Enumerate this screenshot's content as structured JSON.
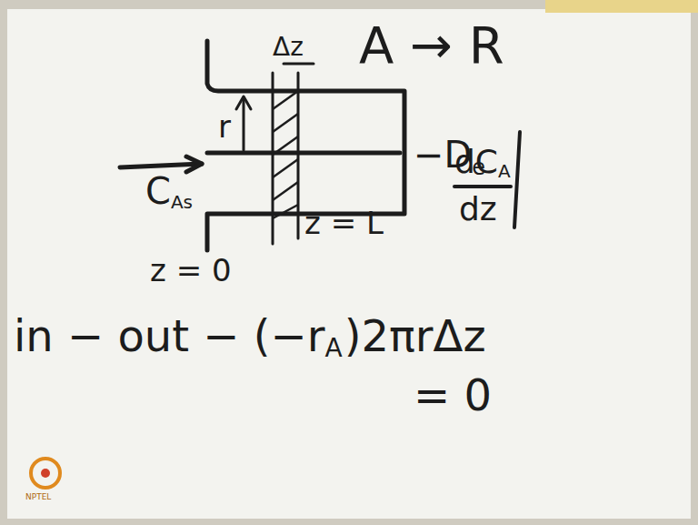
{
  "diagram": {
    "labels": [
      "A → R",
      "r",
      "Δz",
      "C",
      "As",
      "z = L",
      "z = 0",
      "−D",
      "e",
      "dC",
      "A",
      "dz",
      "in − out − (−r",
      "A",
      ")2πrΔz",
      "= 0",
      "NPTEL"
    ]
  }
}
